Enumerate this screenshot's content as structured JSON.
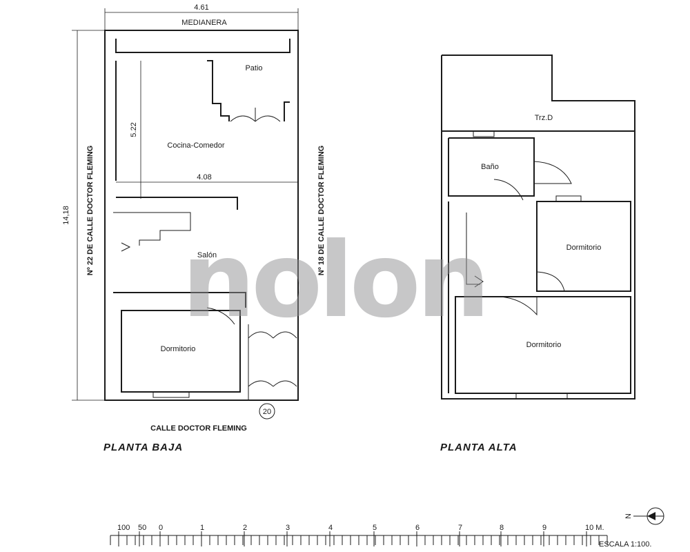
{
  "colors": {
    "line": "#1a1a1a",
    "watermark": "#8f9092"
  },
  "watermark": "nolon",
  "ground_floor": {
    "title": "PLANTA BAJA",
    "top_label": "MEDIANERA",
    "width_dim": "4.61",
    "height_dim": "14,18",
    "inner_width_dim": "4.08",
    "inner_height_dim": "5.22",
    "left_side_label": "Nº 22 DE CALLE DOCTOR FLEMING",
    "right_side_label": "Nº 18 DE CALLE DOCTOR FLEMING",
    "street_label": "CALLE DOCTOR FLEMING",
    "number_badge": "20",
    "rooms": {
      "patio": "Patio",
      "kitchen": "Cocina-Comedor",
      "living": "Salón",
      "bedroom": "Dormitorio"
    }
  },
  "upper_floor": {
    "title": "PLANTA ALTA",
    "rooms": {
      "terrace": "Trz.D",
      "bath": "Baño",
      "bedroom1": "Dormitorio",
      "bedroom2": "Dormitorio"
    }
  },
  "scale_bar": {
    "labels": [
      "100",
      "50",
      "0",
      "1",
      "2",
      "3",
      "4",
      "5",
      "6",
      "7",
      "8",
      "9",
      "10 M."
    ],
    "caption": "ESCALA 1:100."
  },
  "north_icon_label": "N"
}
